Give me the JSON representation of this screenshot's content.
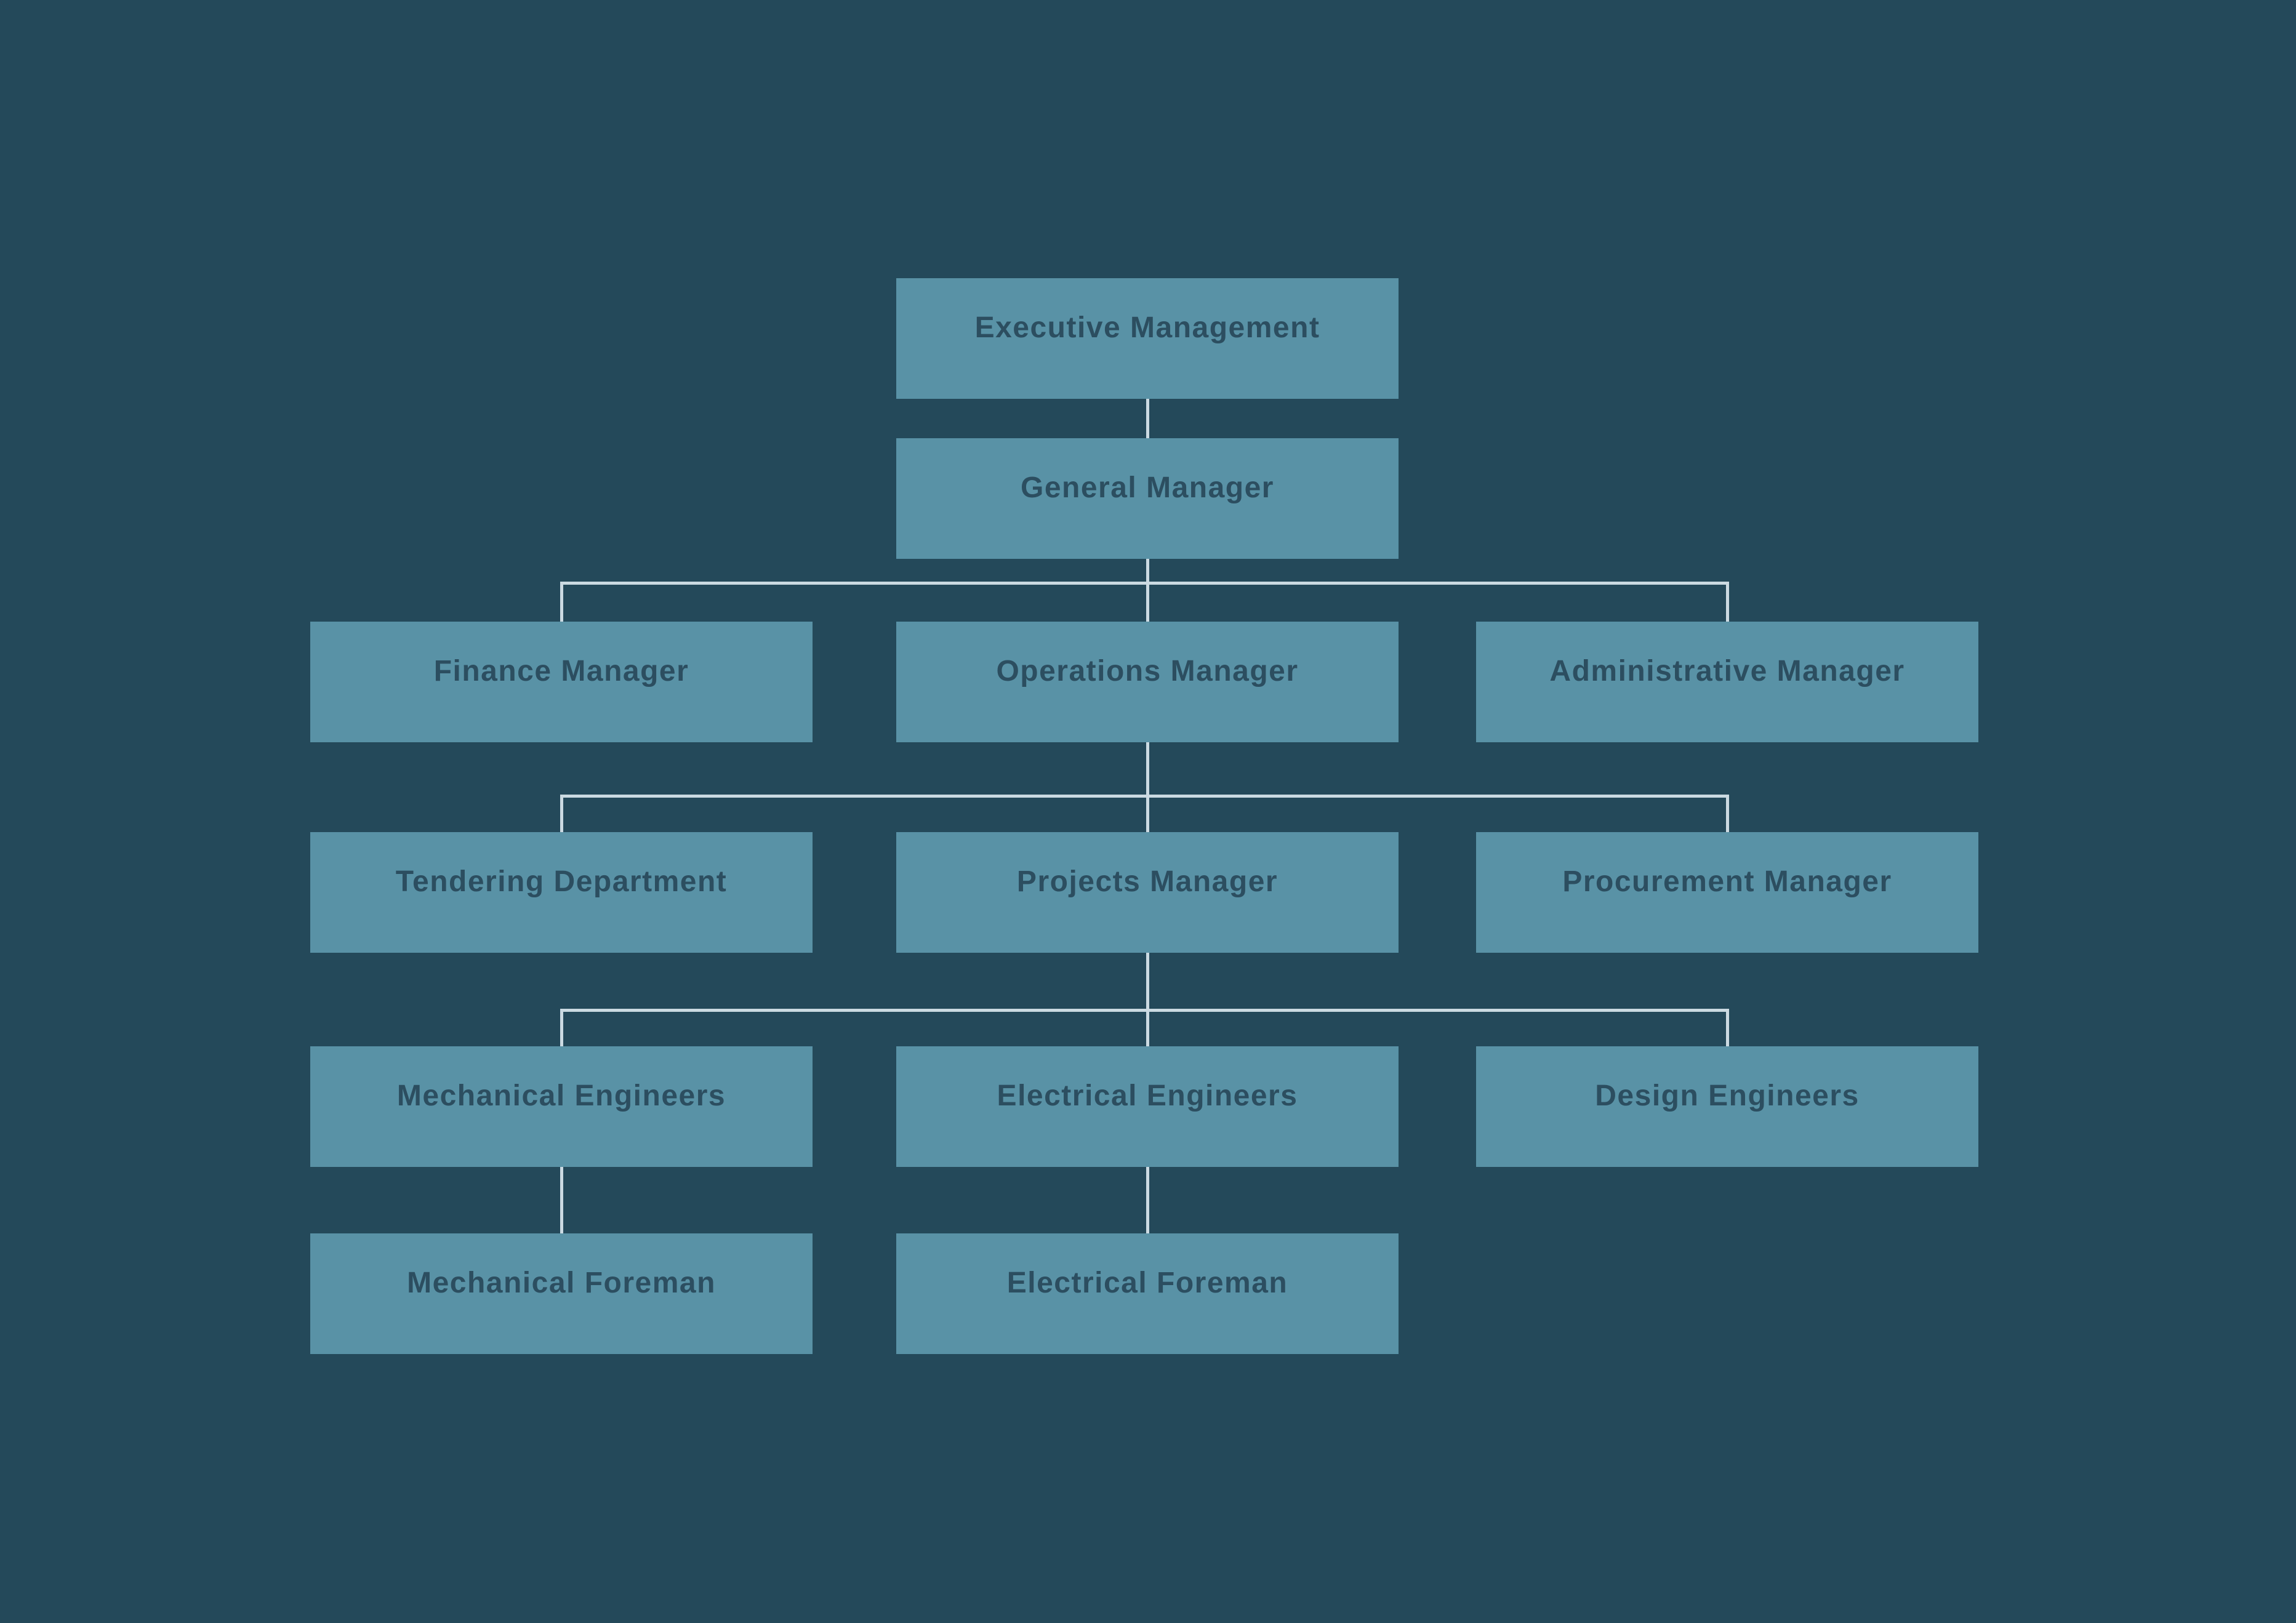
{
  "diagram": {
    "type": "org-chart",
    "title": "",
    "colors": {
      "background": "#24495A",
      "node_fill": "#5992A6",
      "node_text": "#2C4E60",
      "connector": "#CBDAE2"
    },
    "nodes": [
      {
        "id": "executive-management",
        "label": "Executive Management",
        "level": 1,
        "reports_to": null
      },
      {
        "id": "general-manager",
        "label": "General Manager",
        "level": 2,
        "reports_to": "executive-management"
      },
      {
        "id": "finance-manager",
        "label": "Finance Manager",
        "level": 3,
        "reports_to": "general-manager"
      },
      {
        "id": "operations-manager",
        "label": "Operations Manager",
        "level": 3,
        "reports_to": "general-manager"
      },
      {
        "id": "administrative-manager",
        "label": "Administrative Manager",
        "level": 3,
        "reports_to": "general-manager"
      },
      {
        "id": "tendering-department",
        "label": "Tendering Department",
        "level": 4,
        "reports_to": "operations-manager"
      },
      {
        "id": "projects-manager",
        "label": "Projects Manager",
        "level": 4,
        "reports_to": "operations-manager"
      },
      {
        "id": "procurement-manager",
        "label": "Procurement Manager",
        "level": 4,
        "reports_to": "operations-manager"
      },
      {
        "id": "mechanical-engineers",
        "label": "Mechanical Engineers",
        "level": 5,
        "reports_to": "projects-manager"
      },
      {
        "id": "electrical-engineers",
        "label": "Electrical Engineers",
        "level": 5,
        "reports_to": "projects-manager"
      },
      {
        "id": "design-engineers",
        "label": "Design Engineers",
        "level": 5,
        "reports_to": "projects-manager"
      },
      {
        "id": "mechanical-foreman",
        "label": "Mechanical Foreman",
        "level": 6,
        "reports_to": "mechanical-engineers"
      },
      {
        "id": "electrical-foreman",
        "label": "Electrical Foreman",
        "level": 6,
        "reports_to": "electrical-engineers"
      }
    ]
  }
}
